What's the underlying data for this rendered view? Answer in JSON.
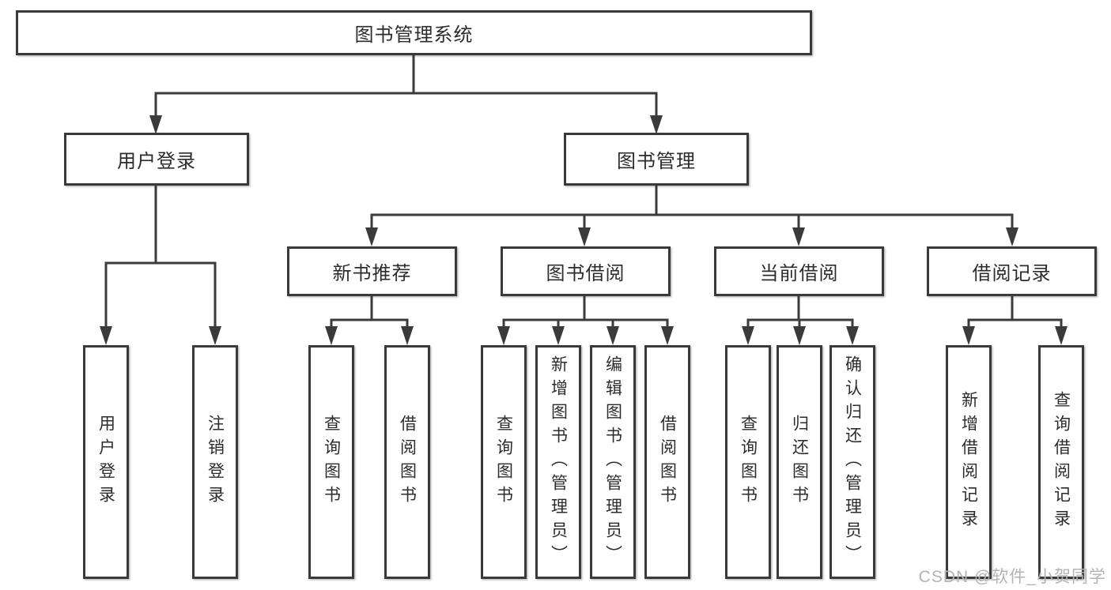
{
  "diagram": {
    "root": {
      "label": "图书管理系统"
    },
    "user_login": {
      "label": "用户登录",
      "children": [
        "用户登录",
        "注销登录"
      ]
    },
    "book_management": {
      "label": "图书管理",
      "sections": [
        {
          "label": "新书推荐",
          "children": [
            "查询图书",
            "借阅图书"
          ]
        },
        {
          "label": "图书借阅",
          "children": [
            "查询图书",
            "新增图书（管理员）",
            "编辑图书（管理员）",
            "借阅图书"
          ]
        },
        {
          "label": "当前借阅",
          "children": [
            "查询图书",
            "归还图书",
            "确认归还（管理员）"
          ]
        },
        {
          "label": "借阅记录",
          "children": [
            "新增借阅记录",
            "查询借阅记录"
          ]
        }
      ]
    }
  },
  "watermark": "CSDN @软件_小贺同学",
  "colors": {
    "line": "#3b3b3b",
    "border": "#3a3a3a",
    "text": "#2c2c2c",
    "watermark": "#b3b3b3",
    "background": "#ffffff"
  }
}
